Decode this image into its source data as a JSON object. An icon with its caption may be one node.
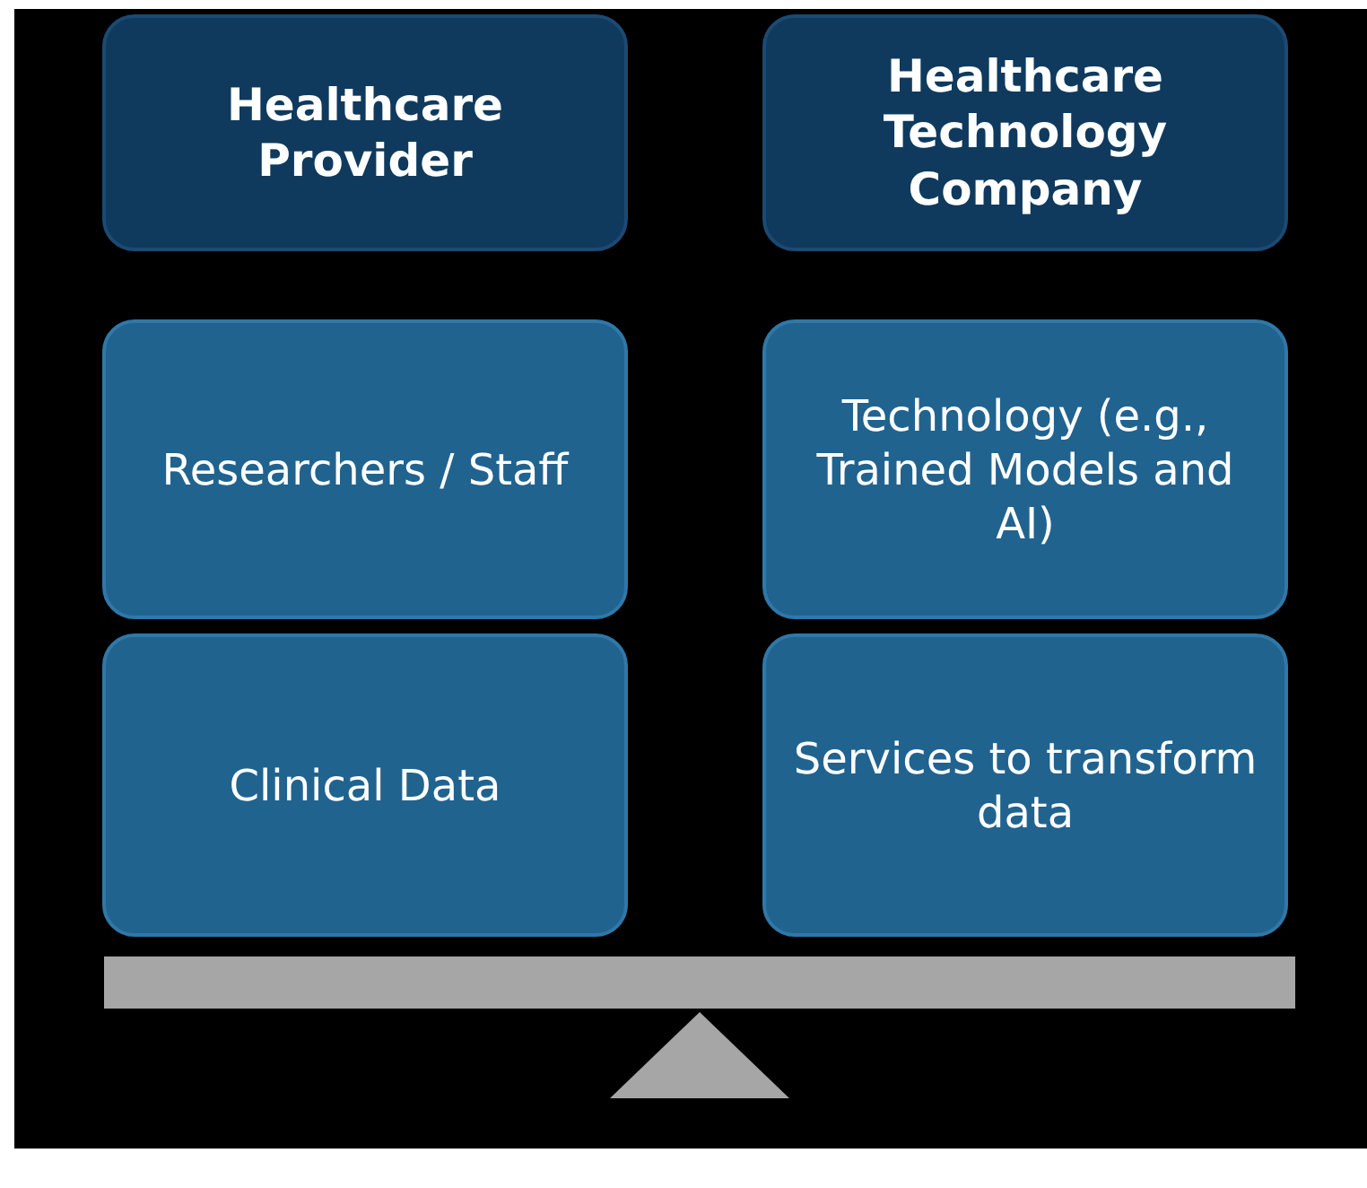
{
  "diagram": {
    "nodes": [
      {
        "text": [
          "Healthcare Provider"
        ]
      },
      {
        "text": [
          "Healthcare Technology Company"
        ]
      },
      {
        "text": [
          "Researchers / Staff"
        ]
      },
      {
        "text": [
          "Technology (e.g., Trained Models and AI)"
        ]
      },
      {
        "text": [
          "Clinical Data"
        ]
      },
      {
        "text": [
          "Services to transform data"
        ]
      }
    ],
    "edges": []
  }
}
